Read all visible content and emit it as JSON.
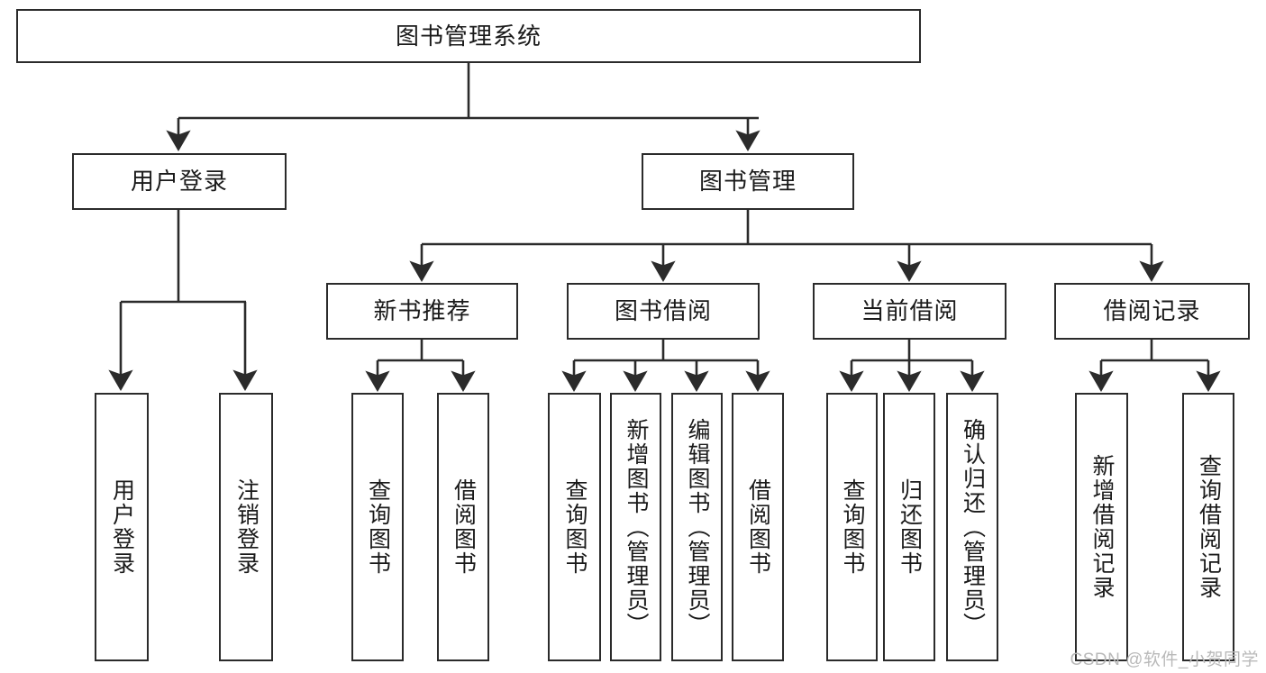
{
  "diagram": {
    "title_node": {
      "label": "图书管理系统"
    },
    "level2": [
      {
        "id": "user-login",
        "label": "用户登录"
      },
      {
        "id": "book-manage",
        "label": "图书管理"
      }
    ],
    "level3": [
      {
        "id": "new-book-recommend",
        "label": "新书推荐"
      },
      {
        "id": "book-borrow",
        "label": "图书借阅"
      },
      {
        "id": "current-borrow",
        "label": "当前借阅"
      },
      {
        "id": "borrow-record",
        "label": "借阅记录"
      }
    ],
    "leaves": [
      {
        "id": "leaf-user-login",
        "label": "用户登录",
        "parent": "user-login"
      },
      {
        "id": "leaf-logout-login",
        "label": "注销登录",
        "parent": "user-login"
      },
      {
        "id": "leaf-query-book-1",
        "label": "查询图书",
        "parent": "new-book-recommend"
      },
      {
        "id": "leaf-borrow-book-1",
        "label": "借阅图书",
        "parent": "new-book-recommend"
      },
      {
        "id": "leaf-query-book-2",
        "label": "查询图书",
        "parent": "book-borrow"
      },
      {
        "id": "leaf-add-book",
        "label": "新增图书（管理员）",
        "parent": "book-borrow"
      },
      {
        "id": "leaf-edit-book",
        "label": "编辑图书（管理员）",
        "parent": "book-borrow"
      },
      {
        "id": "leaf-borrow-book-2",
        "label": "借阅图书",
        "parent": "book-borrow"
      },
      {
        "id": "leaf-query-book-3",
        "label": "查询图书",
        "parent": "current-borrow"
      },
      {
        "id": "leaf-return-book",
        "label": "归还图书",
        "parent": "current-borrow"
      },
      {
        "id": "leaf-confirm-return",
        "label": "确认归还（管理员）",
        "parent": "current-borrow"
      },
      {
        "id": "leaf-add-record",
        "label": "新增借阅记录",
        "parent": "borrow-record"
      },
      {
        "id": "leaf-query-record",
        "label": "查询借阅记录",
        "parent": "borrow-record"
      }
    ],
    "watermark": "CSDN @软件_小贺同学",
    "colors": {
      "stroke": "#2b2b2b",
      "node_fill": "#ffffff",
      "text": "#1a1a1a",
      "watermark": "#b9b9b9",
      "background": "#ffffff"
    }
  }
}
